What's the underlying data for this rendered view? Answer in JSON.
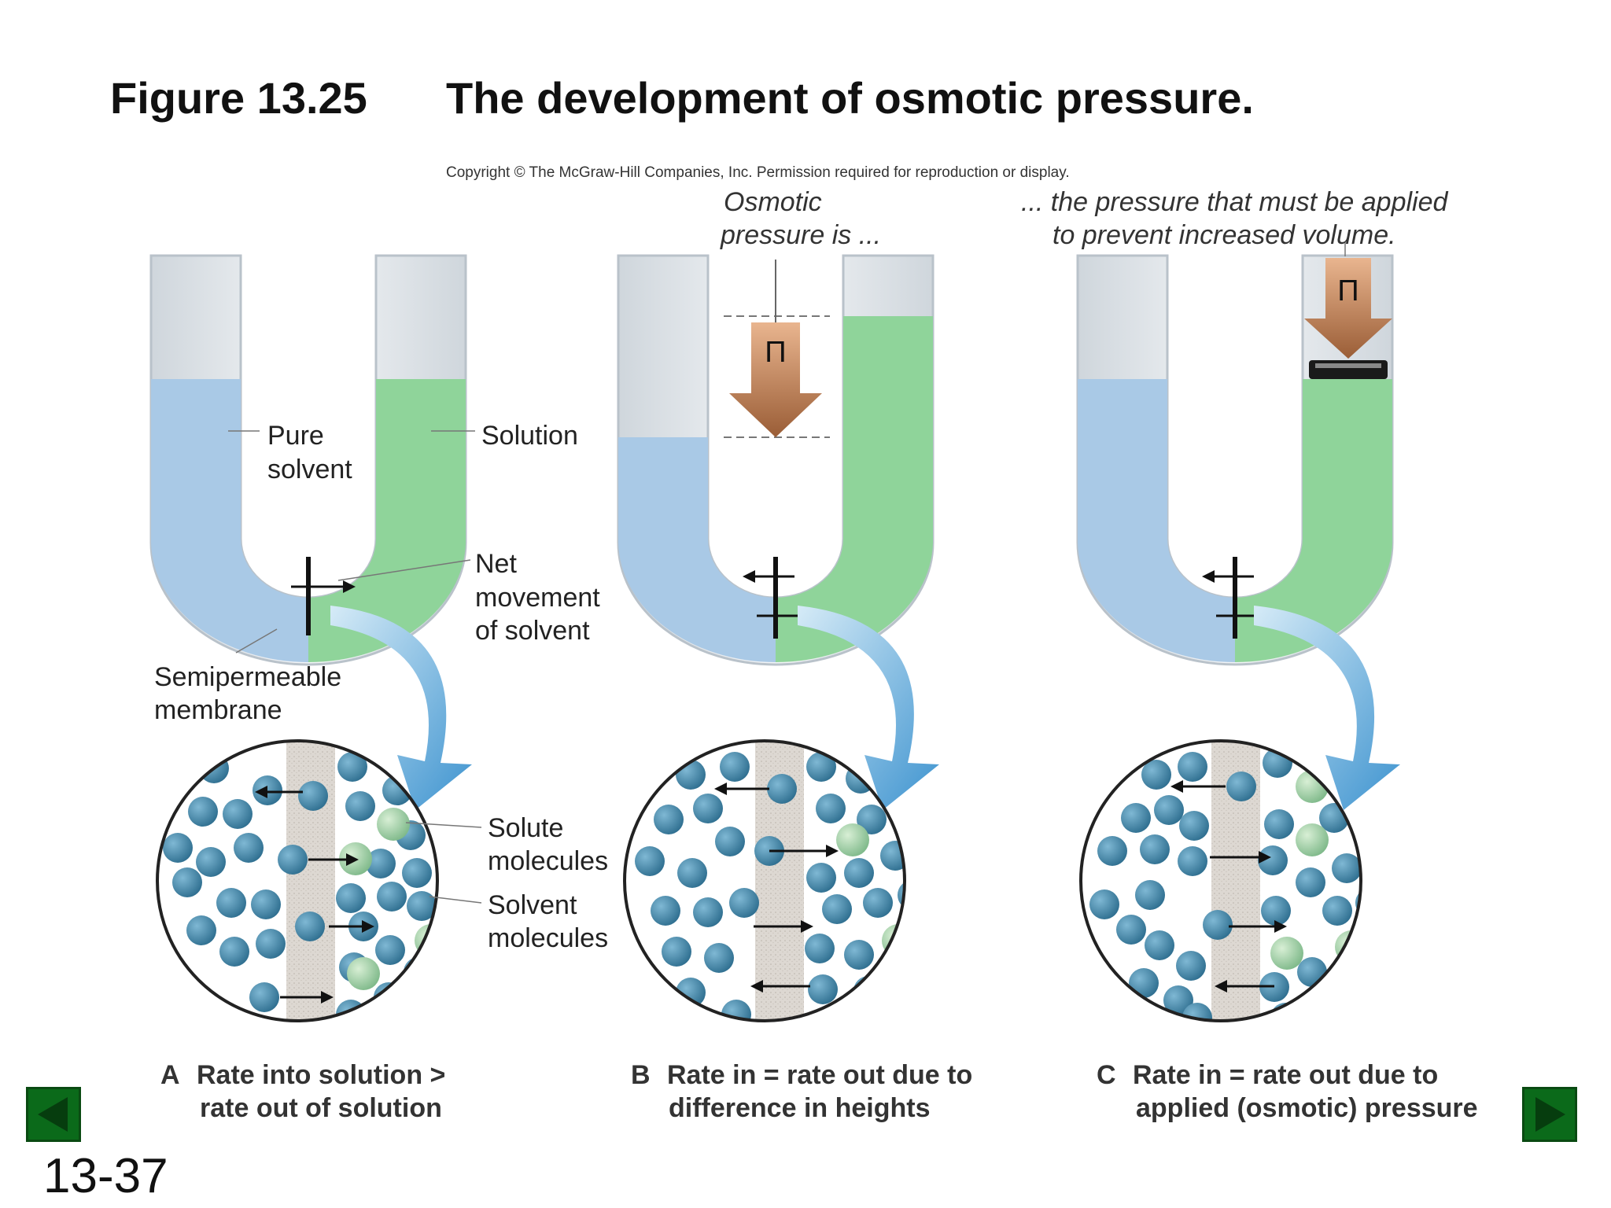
{
  "figure": {
    "number": "Figure 13.25",
    "title": "The development of osmotic pressure."
  },
  "copyright": "Copyright © The McGraw-Hill Companies, Inc. Permission required for reproduction or display.",
  "labels": {
    "osmotic_line1": "Osmotic",
    "osmotic_line2": "pressure is ...",
    "pressure_line1": "... the pressure that must be applied",
    "pressure_line2": "to prevent increased volume.",
    "pi_symbol": "Π",
    "pure_solvent_line1": "Pure",
    "pure_solvent_line2": "solvent",
    "solution": "Solution",
    "net_line1": "Net",
    "net_line2": "movement",
    "net_line3": "of solvent",
    "membrane_line1": "Semipermeable",
    "membrane_line2": "membrane",
    "solute_line1": "Solute",
    "solute_line2": "molecules",
    "solvent_line1": "Solvent",
    "solvent_line2": "molecules"
  },
  "captions": {
    "a_letter": "A",
    "a_line1": "Rate into solution >",
    "a_line2": "rate out of solution",
    "b_letter": "B",
    "b_line1": "Rate in = rate out due to",
    "b_line2": "difference in heights",
    "c_letter": "C",
    "c_line1": "Rate in = rate out due to",
    "c_line2": "applied (osmotic) pressure"
  },
  "slide_number": "13-37",
  "colors": {
    "pure_solvent": "#a9c9e6",
    "solution": "#8fd49a",
    "pressure_arrow": "#b87a4f",
    "solvent_molecule": "#3f86a8",
    "solute_molecule": "#9ecf9e",
    "curved_arrow": "#4a9fd4",
    "nav_button": "#0b6a1a"
  },
  "icons": {
    "prev": "triangle-left-icon",
    "next": "triangle-right-icon"
  }
}
